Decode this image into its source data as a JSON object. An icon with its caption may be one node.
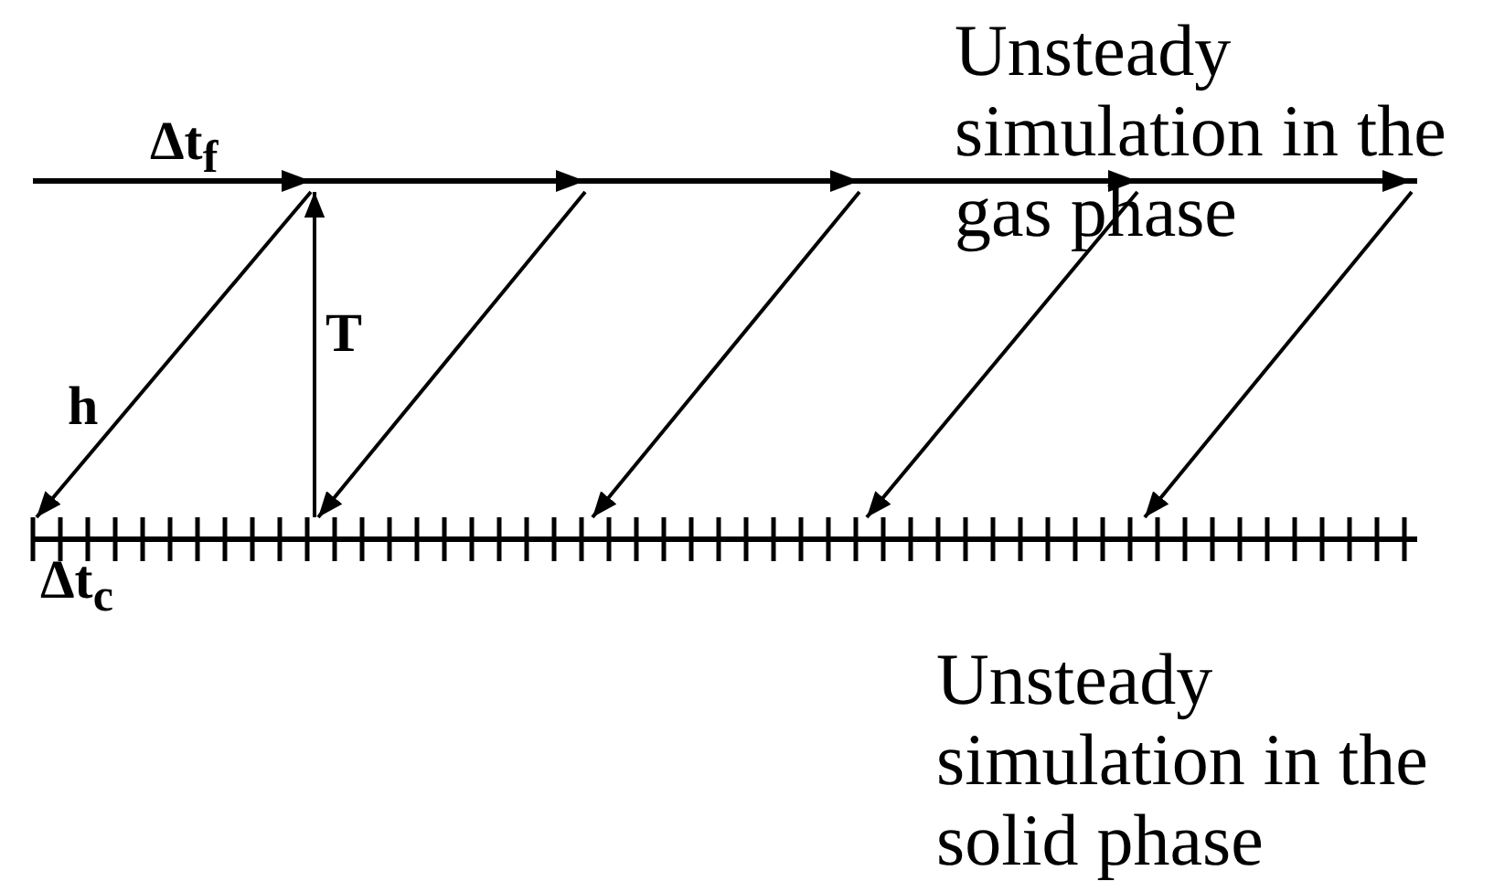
{
  "diagram": {
    "nodes": [
      {
        "text": [],
        "shape": "bar",
        "beside": [
          "Unsteady simulation in the gas phase"
        ]
      },
      {
        "text": [],
        "shape": "bar",
        "beside": [
          "Unsteady simulation in the solid phase"
        ]
      }
    ],
    "edges": [
      {
        "from": 0,
        "to": 1,
        "arrow": "to",
        "label": "h"
      },
      {
        "from": 1,
        "to": 0,
        "arrow": "to",
        "label": "T"
      },
      {
        "from": 0,
        "to": 1,
        "arrow": "to"
      },
      {
        "from": 0,
        "to": 1,
        "arrow": "to"
      },
      {
        "from": 0,
        "to": 1,
        "arrow": "to"
      },
      {
        "from": 0,
        "to": 1,
        "arrow": "to"
      }
    ],
    "labels": [
      "Δt$_{f}$",
      "Δt$_{c}$"
    ]
  }
}
